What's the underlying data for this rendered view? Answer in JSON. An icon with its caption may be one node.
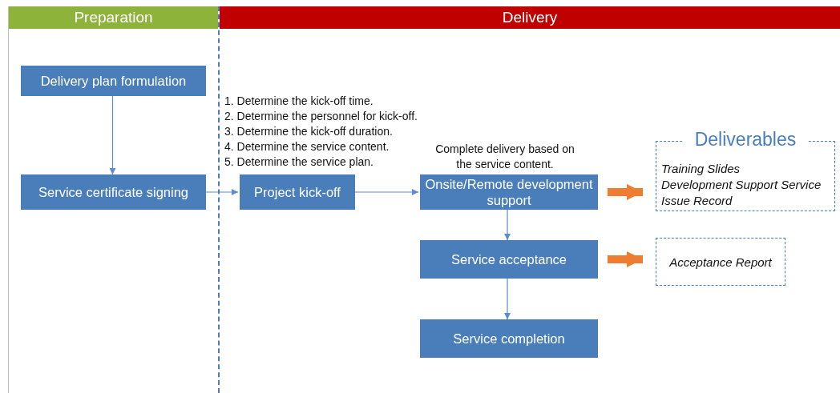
{
  "diagram": {
    "nodes": [
      {
        "text": [
          "Preparation"
        ]
      },
      {
        "text": [
          "Delivery"
        ]
      },
      {
        "text": [
          "Delivery plan formulation"
        ],
        "in": 0
      },
      {
        "text": [
          "Service certificate signing"
        ],
        "in": 0
      },
      {
        "text": [
          "Project kick-off"
        ],
        "in": 1,
        "beside": [
          "1. Determine the kick-off time.",
          "2. Determine the personnel for kick-off.",
          "3. Determine the kick-off duration.",
          "4. Determine the service content.",
          "5. Determine the service plan."
        ]
      },
      {
        "text": [
          "Onsite/Remote development support"
        ],
        "in": 1,
        "beside": [
          "Complete delivery based on the service content."
        ]
      },
      {
        "text": [
          "Service acceptance"
        ],
        "in": 1
      },
      {
        "text": [
          "Service completion"
        ],
        "in": 1
      },
      {
        "text": [
          "Deliverables",
          "Training Slides",
          "Development Support Service",
          "Issue Record"
        ],
        "in": 1
      },
      {
        "text": [
          "Acceptance Report"
        ],
        "in": 1
      }
    ],
    "edges": [
      {
        "from": 2,
        "to": 3,
        "arrow": "to"
      },
      {
        "from": 3,
        "to": 4,
        "arrow": "to"
      },
      {
        "from": 4,
        "to": 5,
        "arrow": "to"
      },
      {
        "from": 5,
        "to": 6,
        "arrow": "to"
      },
      {
        "from": 6,
        "to": 7,
        "arrow": "to"
      },
      {
        "from": 5,
        "to": 8,
        "arrow": "to",
        "style": "thick",
        "color": "#ed7d31"
      },
      {
        "from": 6,
        "to": 9,
        "arrow": "to",
        "style": "thick",
        "color": "#ed7d31"
      }
    ]
  }
}
